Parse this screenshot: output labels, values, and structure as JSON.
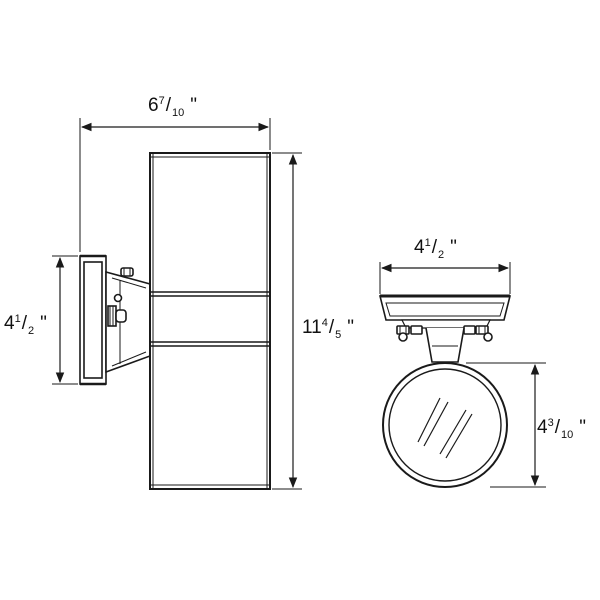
{
  "dimensions": {
    "side_width": {
      "whole": "6",
      "num": "7",
      "den": "10",
      "unit": "\""
    },
    "side_height": {
      "whole": "11",
      "num": "4",
      "den": "5",
      "unit": "\""
    },
    "mount_height": {
      "whole": "4",
      "num": "1",
      "den": "2",
      "unit": "\""
    },
    "top_width": {
      "whole": "4",
      "num": "1",
      "den": "2",
      "unit": "\""
    },
    "top_depth": {
      "whole": "4",
      "num": "3",
      "den": "10",
      "unit": "\""
    }
  },
  "colors": {
    "line": "#1a1a1a",
    "fill": "#ffffff"
  }
}
